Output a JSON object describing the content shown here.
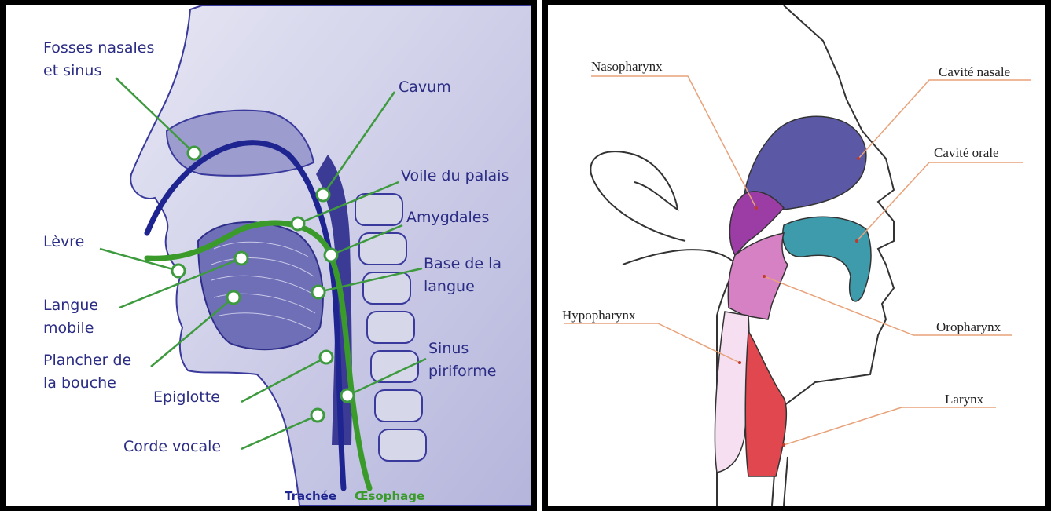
{
  "left_diagram": {
    "labels": {
      "fosses_nasales": "Fosses nasales\net sinus",
      "cavum": "Cavum",
      "voile_du_palais": "Voile du palais",
      "amygdales": "Amygdales",
      "base_de_la_langue": "Base de la\nlangue",
      "levre": "Lèvre",
      "langue_mobile": "Langue\nmobile",
      "plancher_de_la_bouche": "Plancher de\nla bouche",
      "epiglotte": "Epiglotte",
      "corde_vocale": "Corde vocale",
      "sinus_piriforme": "Sinus\npiriforme"
    },
    "tubes": {
      "trachee": "Trachée",
      "oesophage": "Œsophage"
    },
    "colors": {
      "label_text": "#2b2c84",
      "anatomy": "#3a3a9c",
      "leader": "#3e9a3e",
      "trachea_line": "#1f2590",
      "oesophagus_line": "#3a9b2b"
    }
  },
  "right_diagram": {
    "labels": {
      "nasopharynx": "Nasopharynx",
      "cavite_nasale": "Cavité nasale",
      "cavite_orale": "Cavité orale",
      "oropharynx": "Oropharynx",
      "hypopharynx": "Hypopharynx",
      "larynx": "Larynx"
    },
    "colors": {
      "cavite_nasale": "#5b58a6",
      "nasopharynx": "#9c3da6",
      "cavite_orale": "#3e9bab",
      "oropharynx": "#d581c4",
      "hypopharynx": "#f5dff0",
      "larynx": "#e0474f",
      "leader": "#e8a27a"
    }
  }
}
